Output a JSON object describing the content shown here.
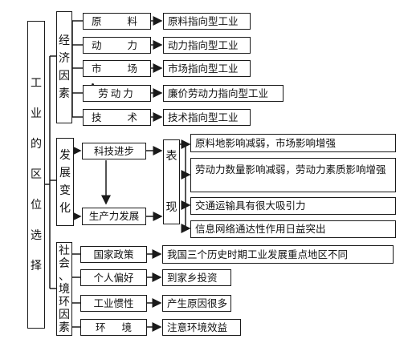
{
  "root": {
    "title": "工业的区位选择",
    "chars": [
      "工",
      "业",
      "的",
      "区",
      "位",
      "选",
      "择"
    ]
  },
  "groups": {
    "economic": {
      "chars": [
        "经",
        "济",
        "因",
        "素"
      ]
    },
    "development": {
      "chars": [
        "发",
        "展",
        "变",
        "化"
      ]
    },
    "social": {
      "chars": [
        "社",
        "会",
        "、",
        "境",
        "环",
        "因",
        "素"
      ]
    }
  },
  "economic_items": [
    {
      "factor": "原 料",
      "result": "原料指向型工业"
    },
    {
      "factor": "动 力",
      "result": "动力指向型工业"
    },
    {
      "factor": "市 场",
      "result": "市场指向型工业"
    },
    {
      "factor": "劳动力",
      "result": "廉价劳动力指向型工业"
    },
    {
      "factor": "技 术",
      "result": "技术指向型工业"
    }
  ],
  "development_items": {
    "tech": "科技进步",
    "productivity": "生产力发展",
    "manifest_chars": [
      "表",
      "现"
    ],
    "results": [
      "原料地影响减弱，市场影响增强",
      "劳动力数量影响减弱，劳动力素质影响增强",
      "交通运输具有很大吸引力",
      "信息网络通达性作用日益突出"
    ]
  },
  "social_items": [
    {
      "factor": "国家政策",
      "result": "我国三个历史时期工业发展重点地区不同"
    },
    {
      "factor": "个人偏好",
      "result": "到家乡投资"
    },
    {
      "factor": "工业惯性",
      "result": "产生原因很多"
    },
    {
      "factor": "环 境",
      "result": "注意环境效益"
    }
  ]
}
